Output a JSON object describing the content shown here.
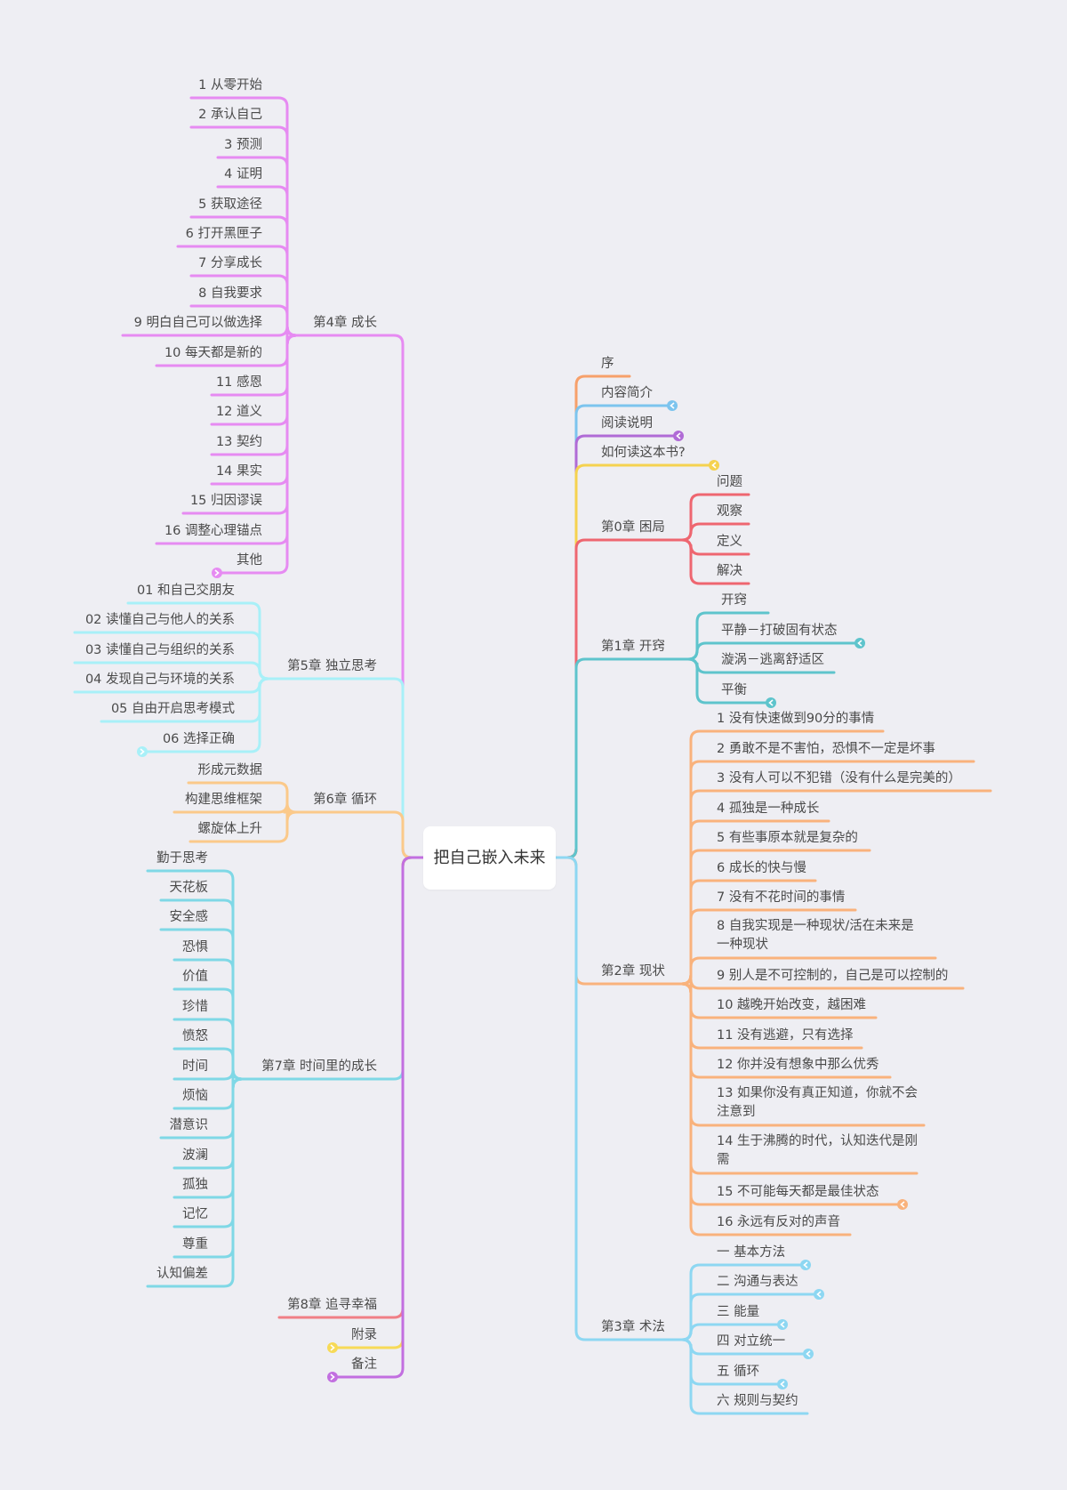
{
  "root": "把自己嵌入未来",
  "colors": {
    "orange": "#f7a06a",
    "blue": "#7cc4ee",
    "purple": "#b06bd6",
    "yellow": "#f5d24f",
    "red": "#ee6670",
    "teal": "#5ec4cc",
    "peach": "#f9b27c",
    "sky": "#8dd7f2",
    "pink": "#e68bf2",
    "cyan": "#a8f0f8",
    "lightorange": "#fbc98a",
    "aqua": "#7fd8e6",
    "coral": "#f07f86",
    "gold": "#f7da57",
    "violet": "#c26fe0"
  },
  "right": [
    {
      "label": "序",
      "color": "orange"
    },
    {
      "label": "内容简介",
      "color": "blue",
      "collapsed": true
    },
    {
      "label": "阅读说明",
      "color": "purple",
      "collapsed": true
    },
    {
      "label": "如何读这本书?",
      "color": "yellow",
      "collapsed": true
    },
    {
      "label": "第0章 困局",
      "color": "red",
      "children": [
        {
          "label": "问题"
        },
        {
          "label": "观察"
        },
        {
          "label": "定义"
        },
        {
          "label": "解决"
        }
      ]
    },
    {
      "label": "第1章 开窍",
      "color": "teal",
      "children": [
        {
          "label": "开窍"
        },
        {
          "label": "平静－打破固有状态",
          "collapsed": true
        },
        {
          "label": "漩涡－逃离舒适区"
        },
        {
          "label": "平衡",
          "collapsed": true
        }
      ]
    },
    {
      "label": "第2章 现状",
      "color": "peach",
      "children": [
        {
          "label": "1 没有快速做到90分的事情"
        },
        {
          "label": "2 勇敢不是不害怕，恐惧不一定是坏事"
        },
        {
          "label": "3 没有人可以不犯错（没有什么是完美的）"
        },
        {
          "label": "4 孤独是一种成长"
        },
        {
          "label": "5 有些事原本就是复杂的"
        },
        {
          "label": "6 成长的快与慢"
        },
        {
          "label": "7 没有不花时间的事情"
        },
        {
          "label": "8 自我实现是一种现状/活在未来是一种现状"
        },
        {
          "label": "9 别人是不可控制的，自己是可以控制的"
        },
        {
          "label": "10 越晚开始改变，越困难"
        },
        {
          "label": "11 没有逃避，只有选择"
        },
        {
          "label": "12 你并没有想象中那么优秀"
        },
        {
          "label": "13 如果你没有真正知道，你就不会注意到"
        },
        {
          "label": "14 生于沸腾的时代，认知迭代是刚需"
        },
        {
          "label": "15 不可能每天都是最佳状态",
          "collapsed": true
        },
        {
          "label": "16 永远有反对的声音"
        }
      ]
    },
    {
      "label": "第3章 术法",
      "color": "sky",
      "children": [
        {
          "label": "一 基本方法",
          "collapsed": true
        },
        {
          "label": "二 沟通与表达",
          "collapsed": true
        },
        {
          "label": "三 能量",
          "collapsed": true
        },
        {
          "label": "四 对立统一",
          "collapsed": true
        },
        {
          "label": "五 循环",
          "collapsed": true
        },
        {
          "label": "六 规则与契约"
        }
      ]
    }
  ],
  "left": [
    {
      "label": "第4章 成长",
      "color": "pink",
      "children": [
        {
          "label": "1 从零开始"
        },
        {
          "label": "2 承认自己"
        },
        {
          "label": "3 预测"
        },
        {
          "label": "4 证明"
        },
        {
          "label": "5 获取途径"
        },
        {
          "label": "6 打开黑匣子"
        },
        {
          "label": "7 分享成长"
        },
        {
          "label": "8 自我要求"
        },
        {
          "label": "9 明白自己可以做选择"
        },
        {
          "label": "10 每天都是新的"
        },
        {
          "label": "11 感恩"
        },
        {
          "label": "12 道义"
        },
        {
          "label": "13 契约"
        },
        {
          "label": "14 果实"
        },
        {
          "label": "15 归因谬误"
        },
        {
          "label": "16 调整心理锚点"
        },
        {
          "label": "其他",
          "collapsed": true
        }
      ]
    },
    {
      "label": "第5章 独立思考",
      "color": "cyan",
      "children": [
        {
          "label": "01 和自己交朋友"
        },
        {
          "label": "02 读懂自己与他人的关系"
        },
        {
          "label": "03 读懂自己与组织的关系"
        },
        {
          "label": "04 发现自己与环境的关系"
        },
        {
          "label": "05 自由开启思考模式"
        },
        {
          "label": "06 选择正确",
          "collapsed": true
        }
      ]
    },
    {
      "label": "第6章 循环",
      "color": "lightorange",
      "children": [
        {
          "label": "形成元数据"
        },
        {
          "label": "构建思维框架"
        },
        {
          "label": "螺旋体上升"
        }
      ]
    },
    {
      "label": "第7章 时间里的成长",
      "color": "aqua",
      "children": [
        {
          "label": "勤于思考"
        },
        {
          "label": "天花板"
        },
        {
          "label": "安全感"
        },
        {
          "label": "恐惧"
        },
        {
          "label": "价值"
        },
        {
          "label": "珍惜"
        },
        {
          "label": "愤怒"
        },
        {
          "label": "时间"
        },
        {
          "label": "烦恼"
        },
        {
          "label": "潜意识"
        },
        {
          "label": "波澜"
        },
        {
          "label": "孤独"
        },
        {
          "label": "记忆"
        },
        {
          "label": "尊重"
        },
        {
          "label": "认知偏差"
        }
      ]
    },
    {
      "label": "第8章 追寻幸福",
      "color": "coral"
    },
    {
      "label": "附录",
      "color": "gold",
      "collapsed": true
    },
    {
      "label": "备注",
      "color": "violet",
      "collapsed": true
    }
  ]
}
